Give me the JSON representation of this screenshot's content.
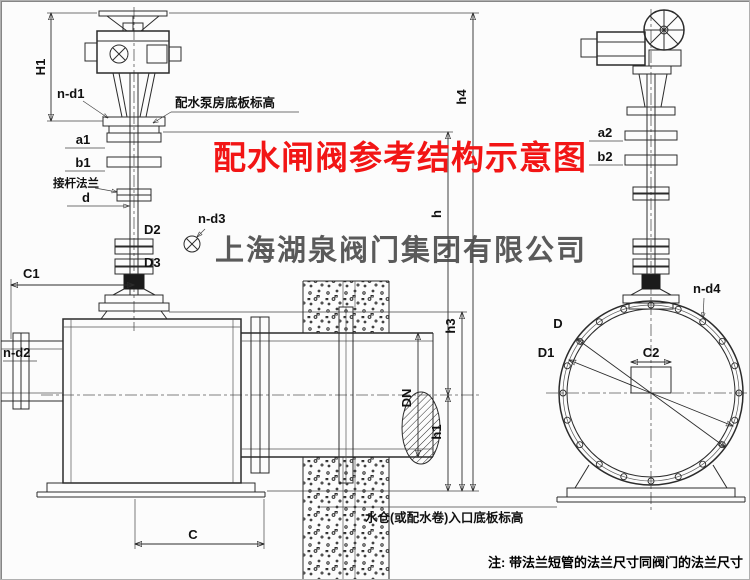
{
  "page": {
    "title": "配水闸阀参考结构示意图",
    "watermark": "上海湖泉阀门集团有限公司",
    "note": "注: 带法兰短管的法兰尺寸同阀门的法兰尺寸"
  },
  "annotations": {
    "pump_house_floor_level": "配水泵房底板标高",
    "stem_connect_flange": "接杆法兰",
    "sump_inlet_floor_level": "水仓(或配水卷)入口底板标高"
  },
  "dim_labels": {
    "H1": "H1",
    "n_d1": "n-d1",
    "a1": "a1",
    "b1": "b1",
    "d": "d",
    "D2": "D2",
    "n_d3": "n-d3",
    "D3": "D3",
    "C1": "C1",
    "n_d2": "n-d2",
    "C": "C",
    "DN": "DN",
    "h": "h",
    "h1": "h1",
    "h3": "h3",
    "h4": "h4",
    "a2": "a2",
    "b2": "b2",
    "n_d4": "n-d4",
    "D": "D",
    "D1": "D1",
    "C2": "C2"
  },
  "colors": {
    "title_red": "#f21515",
    "watermark_gray": "#4d4d4d",
    "line": "#2b2b2b"
  }
}
